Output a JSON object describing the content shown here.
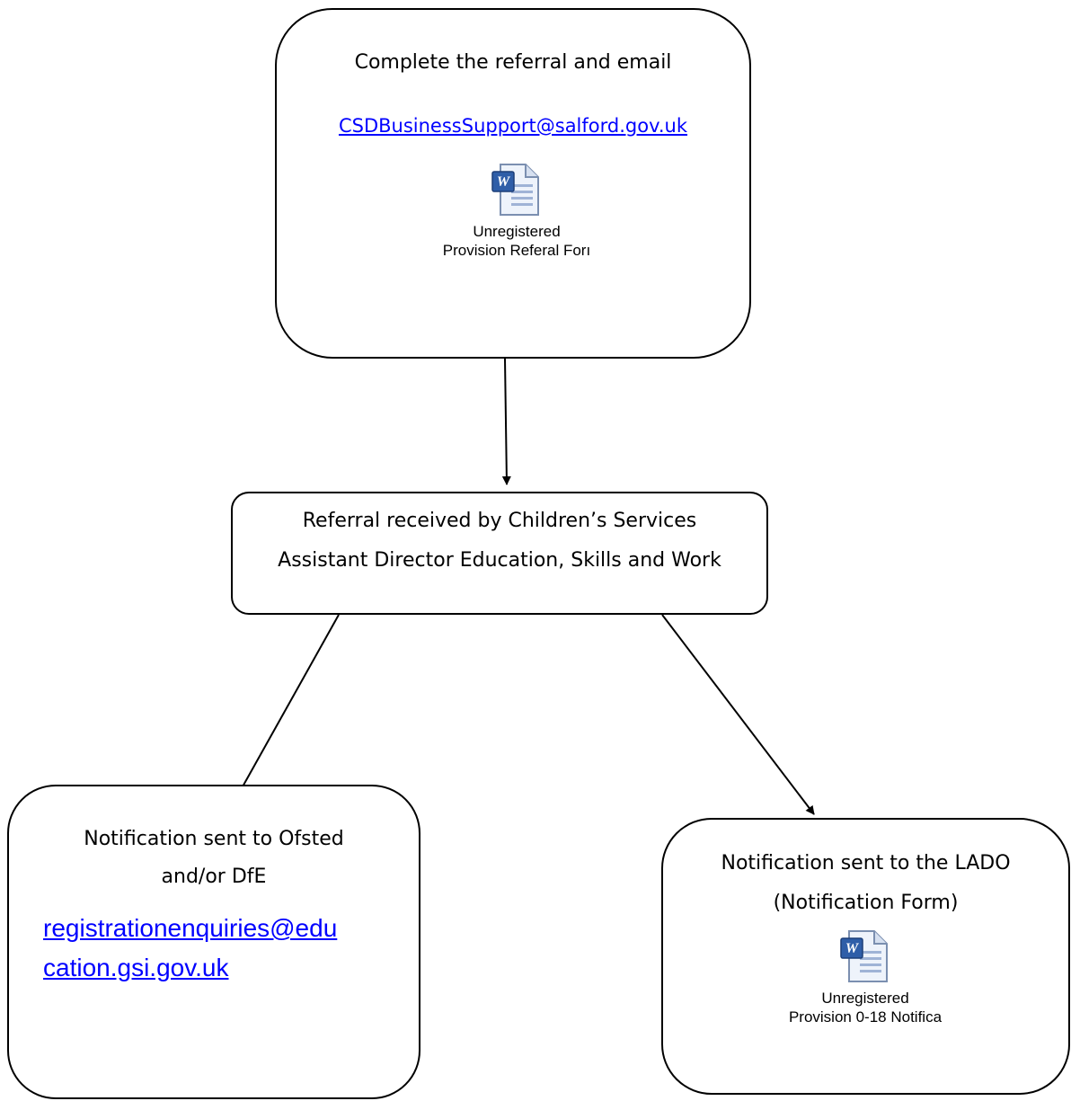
{
  "nodes": {
    "top": {
      "text": "Complete the referral and email",
      "email": "CSDBusinessSupport@salford.gov.uk",
      "attachment": {
        "icon": "word-document-icon",
        "caption_line1": "Unregistered",
        "caption_line2": "Provision Referal Forı"
      }
    },
    "middle": {
      "line1": "Referral received by Children’s Services",
      "line2": "Assistant Director Education, Skills and Work"
    },
    "bottom_left": {
      "line1": "Notification sent to Ofsted",
      "line2": "and/or DfE",
      "email_part1": "registrationenquiries@edu",
      "email_part2": "cation.gsi.gov.uk"
    },
    "bottom_right": {
      "line1": "Notification sent to the LADO",
      "line2": "(Notification Form)",
      "attachment": {
        "icon": "word-document-icon",
        "caption_line1": "Unregistered",
        "caption_line2": "Provision 0-18 Notifica"
      }
    }
  },
  "edges": [
    {
      "from": "top",
      "to": "middle"
    },
    {
      "from": "middle",
      "to": "bottom_left"
    },
    {
      "from": "middle",
      "to": "bottom_right"
    }
  ],
  "colors": {
    "link": "#0000ff",
    "border": "#000000"
  }
}
